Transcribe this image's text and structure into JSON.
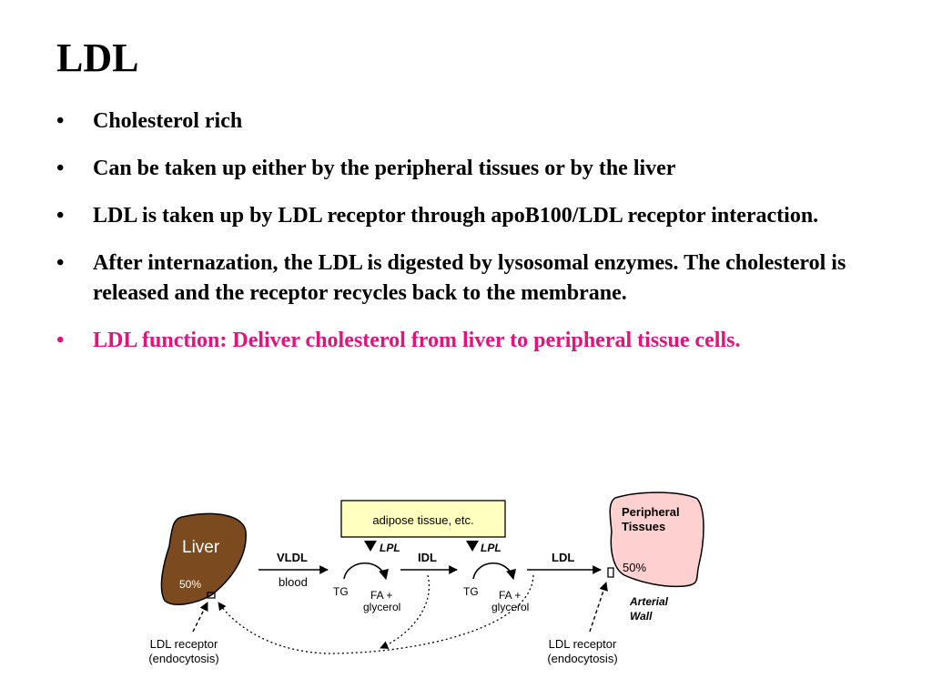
{
  "slide": {
    "title": "LDL",
    "bullets": [
      "Cholesterol rich",
      "Can be taken up either by the peripheral tissues or by the liver",
      "LDL is taken up by LDL receptor through apoB100/LDL receptor interaction.",
      "After internazation, the LDL is digested by lysosomal enzymes. The cholesterol is released and the receptor recycles back to the membrane.",
      "LDL function: Deliver cholesterol from liver to peripheral tissue cells."
    ],
    "bullet_symbol": "•",
    "accent_color": "#e0147a"
  },
  "diagram": {
    "liver_label": "Liver",
    "liver_percent": "50%",
    "liver_color": "#7b4a1e",
    "adipose_label": "adipose tissue, etc.",
    "adipose_color": "#ffffc0",
    "lpl_label": "LPL",
    "vldl_label": "VLDL",
    "blood_label": "blood",
    "idl_label": "IDL",
    "ldl_label": "LDL",
    "tg_label": "TG",
    "fa_label_1": "FA +",
    "fa_label_2": "glycerol",
    "peripheral_label_1": "Peripheral",
    "peripheral_label_2": "Tissues",
    "peripheral_percent": "50%",
    "peripheral_color": "#ffd0d0",
    "arterial_label_1": "Arterial",
    "arterial_label_2": "Wall",
    "receptor_label_1": "LDL receptor",
    "receptor_label_2": "(endocytosis)"
  }
}
